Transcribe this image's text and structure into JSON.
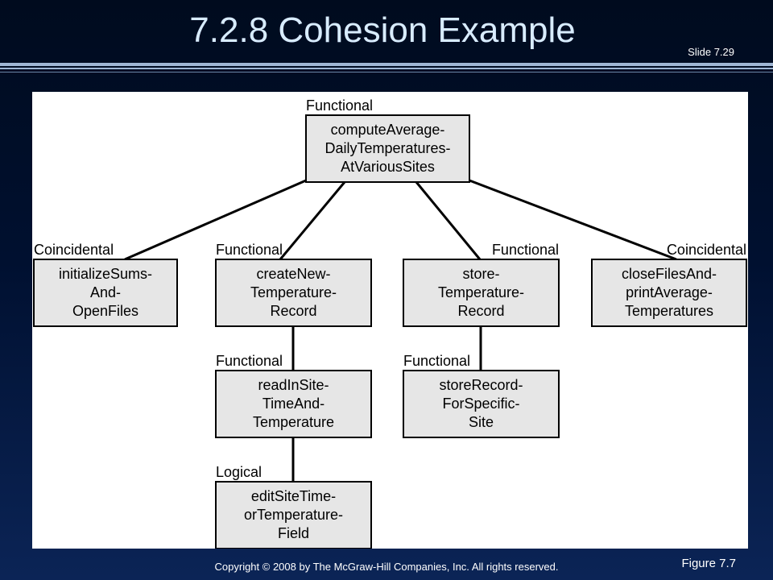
{
  "slide": {
    "title": "7.2.8  Cohesion Example",
    "number": "Slide 7.29",
    "copyright": "Copyright © 2008 by The McGraw-Hill Companies, Inc.  All rights reserved.",
    "figure_label": "Figure 7.7"
  },
  "colors": {
    "box_fill": "#e6e6e6",
    "box_stroke": "#000000",
    "figure_bg": "#ffffff",
    "title": "#d8ecff"
  },
  "diagram": {
    "nodes": [
      {
        "id": "compute",
        "cohesion": "Functional",
        "lines": [
          "computeAverage-",
          "DailyTemperatures-",
          "AtVariousSites"
        ]
      },
      {
        "id": "initialize",
        "cohesion": "Coincidental",
        "lines": [
          "initializeSums-",
          "And-",
          "OpenFiles"
        ]
      },
      {
        "id": "create",
        "cohesion": "Functional",
        "lines": [
          "createNew-",
          "Temperature-",
          "Record"
        ]
      },
      {
        "id": "store",
        "cohesion": "Functional",
        "lines": [
          "store-",
          "Temperature-",
          "Record"
        ]
      },
      {
        "id": "close",
        "cohesion": "Coincidental",
        "lines": [
          "closeFilesAnd-",
          "printAverage-",
          "Temperatures"
        ]
      },
      {
        "id": "readin",
        "cohesion": "Functional",
        "lines": [
          "readInSite-",
          "TimeAnd-",
          "Temperature"
        ]
      },
      {
        "id": "storerecord",
        "cohesion": "Functional",
        "lines": [
          "storeRecord-",
          "ForSpecific-",
          "Site"
        ]
      },
      {
        "id": "edit",
        "cohesion": "Logical",
        "lines": [
          "editSiteTime-",
          "orTemperature-",
          "Field"
        ]
      }
    ],
    "edges": [
      [
        "compute",
        "initialize"
      ],
      [
        "compute",
        "create"
      ],
      [
        "compute",
        "store"
      ],
      [
        "compute",
        "close"
      ],
      [
        "create",
        "readin"
      ],
      [
        "store",
        "storerecord"
      ],
      [
        "readin",
        "edit"
      ]
    ]
  }
}
